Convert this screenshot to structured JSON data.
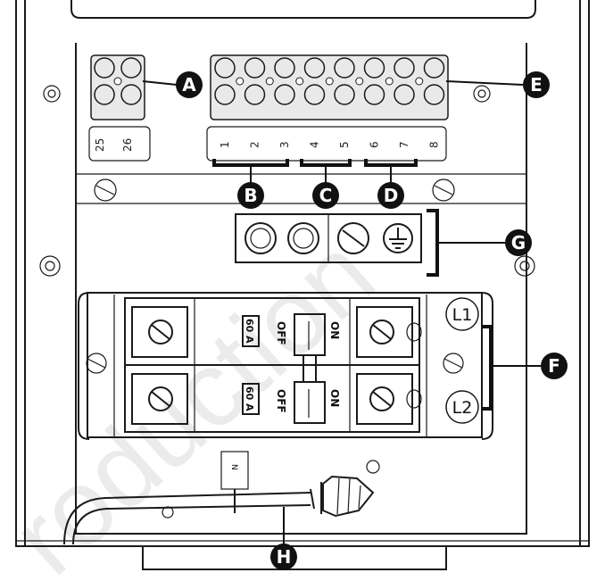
{
  "terminal_block": {
    "aux_numbers": [
      "25",
      "26"
    ],
    "main_numbers": [
      "1",
      "2",
      "3",
      "4",
      "5",
      "6",
      "7",
      "8"
    ]
  },
  "callouts": {
    "a": "A",
    "b": "B",
    "c": "C",
    "d": "D",
    "e": "E",
    "f": "F",
    "g": "G",
    "h": "H"
  },
  "breaker": {
    "rating_top": "60 A",
    "rating_bottom": "60 A",
    "on_label_top": "ON",
    "off_label_top": "OFF",
    "on_label_bottom": "ON",
    "off_label_bottom": "OFF",
    "line_labels": [
      "L1",
      "L2"
    ]
  },
  "neutral_tag": "N",
  "watermark": "roduction"
}
